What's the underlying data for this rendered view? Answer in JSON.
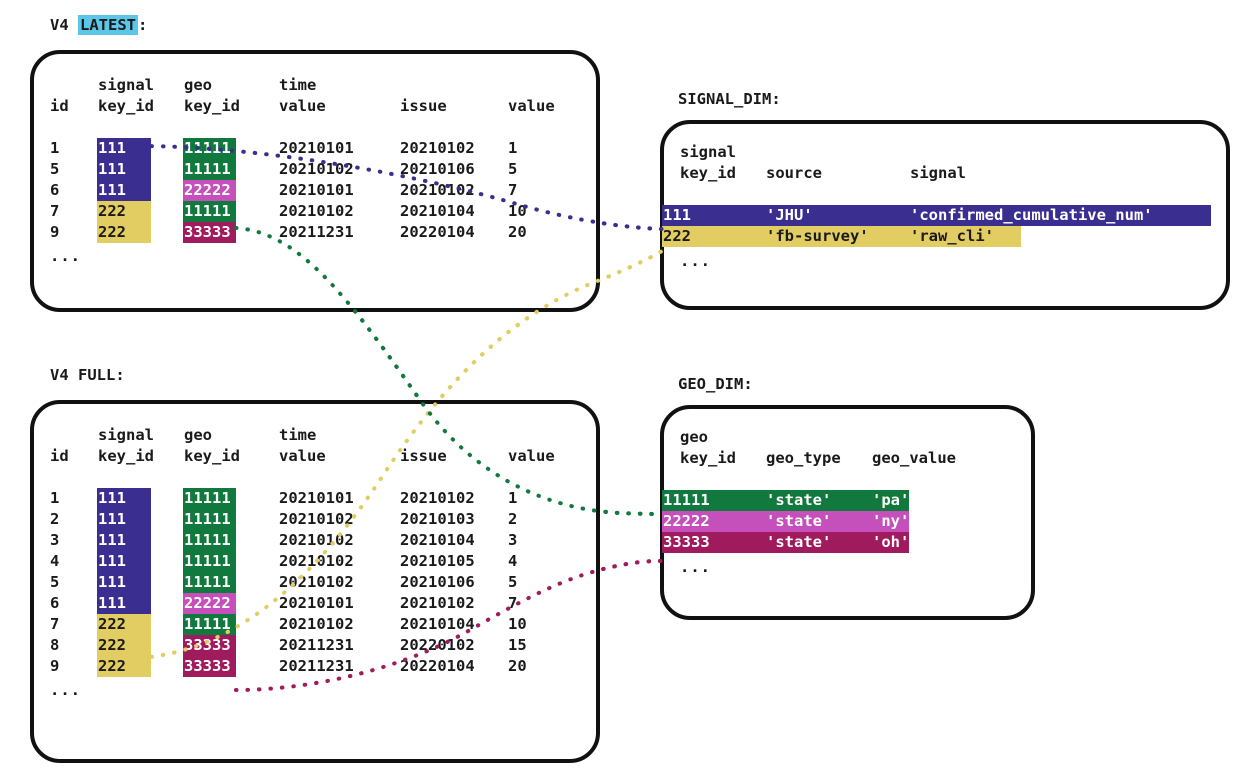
{
  "diagram": {
    "title_latest_prefix": "V4 ",
    "title_latest_badge": "LATEST",
    "title_latest_suffix": ":",
    "title_full": "V4 FULL:",
    "title_signal_dim": "SIGNAL_DIM:",
    "title_geo_dim": "GEO_DIM:",
    "ellipsis": "..."
  },
  "colors": {
    "signal_111": "#3B2E91",
    "signal_222": "#E2CD63",
    "geo_11111": "#11793D",
    "geo_22222": "#C650BB",
    "geo_33333": "#A01A5E",
    "badge_highlight": "#5BC6E8",
    "frame_stroke": "#111111",
    "text": "#1a1a1a"
  },
  "latest_table": {
    "header_line1": [
      "",
      "signal",
      "geo",
      "time",
      "",
      ""
    ],
    "header_line2": [
      "id",
      "key_id",
      "key_id",
      "value",
      "issue",
      "value"
    ],
    "rows": [
      {
        "id": "1",
        "signal_key_id": "111",
        "geo_key_id": "11111",
        "time_value": "20210101",
        "issue": "20210102",
        "value": "1"
      },
      {
        "id": "5",
        "signal_key_id": "111",
        "geo_key_id": "11111",
        "time_value": "20210102",
        "issue": "20210106",
        "value": "5"
      },
      {
        "id": "6",
        "signal_key_id": "111",
        "geo_key_id": "22222",
        "time_value": "20210101",
        "issue": "20210102",
        "value": "7"
      },
      {
        "id": "7",
        "signal_key_id": "222",
        "geo_key_id": "11111",
        "time_value": "20210102",
        "issue": "20210104",
        "value": "10"
      },
      {
        "id": "9",
        "signal_key_id": "222",
        "geo_key_id": "33333",
        "time_value": "20211231",
        "issue": "20220104",
        "value": "20"
      }
    ]
  },
  "full_table": {
    "header_line1": [
      "",
      "signal",
      "geo",
      "time",
      "",
      ""
    ],
    "header_line2": [
      "id",
      "key_id",
      "key_id",
      "value",
      "issue",
      "value"
    ],
    "rows": [
      {
        "id": "1",
        "signal_key_id": "111",
        "geo_key_id": "11111",
        "time_value": "20210101",
        "issue": "20210102",
        "value": "1"
      },
      {
        "id": "2",
        "signal_key_id": "111",
        "geo_key_id": "11111",
        "time_value": "20210102",
        "issue": "20210103",
        "value": "2"
      },
      {
        "id": "3",
        "signal_key_id": "111",
        "geo_key_id": "11111",
        "time_value": "20210102",
        "issue": "20210104",
        "value": "3"
      },
      {
        "id": "4",
        "signal_key_id": "111",
        "geo_key_id": "11111",
        "time_value": "20210102",
        "issue": "20210105",
        "value": "4"
      },
      {
        "id": "5",
        "signal_key_id": "111",
        "geo_key_id": "11111",
        "time_value": "20210102",
        "issue": "20210106",
        "value": "5"
      },
      {
        "id": "6",
        "signal_key_id": "111",
        "geo_key_id": "22222",
        "time_value": "20210101",
        "issue": "20210102",
        "value": "7"
      },
      {
        "id": "7",
        "signal_key_id": "222",
        "geo_key_id": "11111",
        "time_value": "20210102",
        "issue": "20210104",
        "value": "10"
      },
      {
        "id": "8",
        "signal_key_id": "222",
        "geo_key_id": "33333",
        "time_value": "20211231",
        "issue": "20220102",
        "value": "15"
      },
      {
        "id": "9",
        "signal_key_id": "222",
        "geo_key_id": "33333",
        "time_value": "20211231",
        "issue": "20220104",
        "value": "20"
      }
    ]
  },
  "signal_dim": {
    "header_line1": [
      "signal",
      "",
      ""
    ],
    "header_line2": [
      "key_id",
      "source",
      "signal"
    ],
    "rows": [
      {
        "key_id": "111",
        "source": "'JHU'",
        "signal": "'confirmed_cumulative_num'"
      },
      {
        "key_id": "222",
        "source": "'fb-survey'",
        "signal": "'raw_cli'"
      }
    ]
  },
  "geo_dim": {
    "header_line1": [
      "geo",
      "",
      ""
    ],
    "header_line2": [
      "key_id",
      "geo_type",
      "geo_value"
    ],
    "rows": [
      {
        "key_id": "11111",
        "geo_type": "'state'",
        "geo_value": "'pa'"
      },
      {
        "key_id": "22222",
        "geo_type": "'state'",
        "geo_value": "'ny'"
      },
      {
        "key_id": "33333",
        "geo_type": "'state'",
        "geo_value": "'oh'"
      }
    ]
  }
}
